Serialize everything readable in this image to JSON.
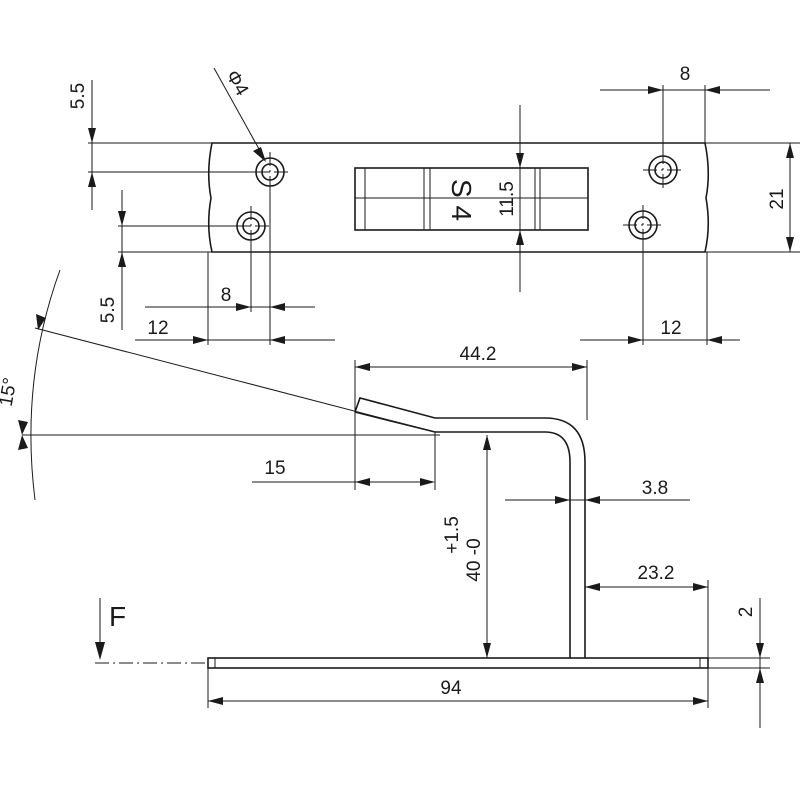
{
  "top_view": {
    "dim_left_top": "5.5",
    "dim_hole_dia": "Φ4",
    "dim_top_right": "8",
    "dim_slot_height": "11.5",
    "dim_height": "21",
    "slot_mark": "S 4",
    "dim_left_lower": "5.5",
    "dim_left_8": "8",
    "dim_left_12": "12",
    "dim_right_12": "12"
  },
  "side_view": {
    "dim_angle": "15°",
    "dim_length": "44.2",
    "dim_lip": "15",
    "dim_rod": "3.8",
    "dim_tol": "+1.5",
    "dim_tol2": "40 -0",
    "dim_offset": "23.2",
    "dim_base": "94",
    "dim_thick": "2",
    "force_label": "F"
  }
}
